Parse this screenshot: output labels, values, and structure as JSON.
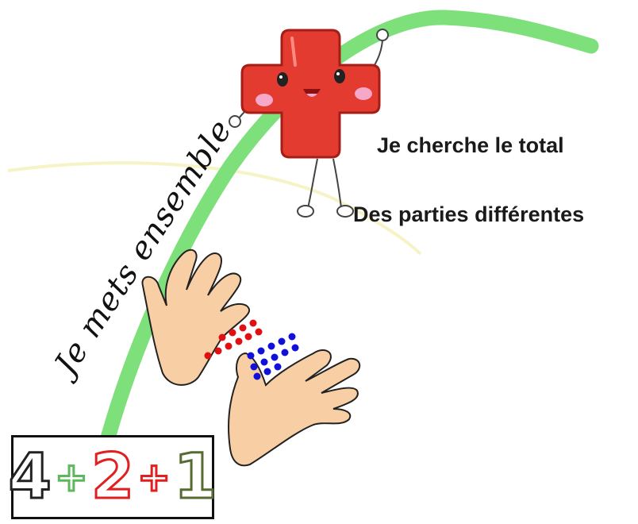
{
  "captions": {
    "line1": "Je cherche le  total",
    "line2": "Des parties différentes"
  },
  "script_phrase": "Je mets ensemble",
  "equation": {
    "term1": "4",
    "op1": "+",
    "term2": "2",
    "op2": "+",
    "term3": "1"
  },
  "colors": {
    "path": "#7ee07a",
    "cross": "#e33b30",
    "skin": "#f8cfa4",
    "dot_red": "#e01010",
    "dot_blue": "#1010d8",
    "term1_outline": "#222222",
    "op_outline": "#5cb85c",
    "term2_outline": "#e02020",
    "term3_outline": "#556b2f"
  },
  "icons": [
    "plus-sign-mascot-icon",
    "left-hand-icon",
    "right-hand-icon",
    "red-dots-icon",
    "blue-dots-icon"
  ]
}
